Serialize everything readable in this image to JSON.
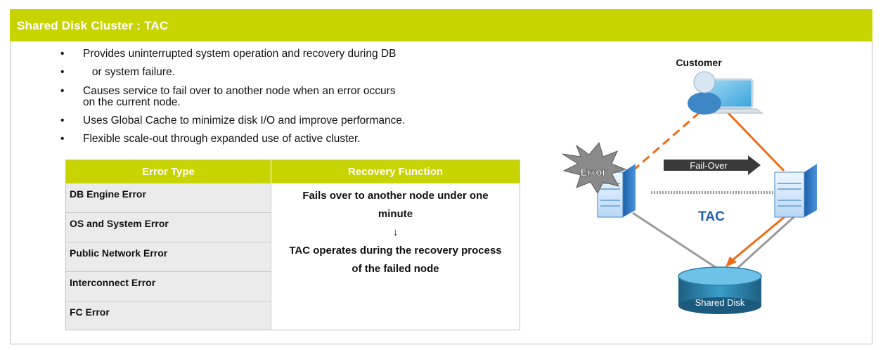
{
  "header": {
    "title": "Shared Disk Cluster : TAC"
  },
  "bullets": [
    {
      "bullet": "•",
      "text": "Provides uninterrupted system operation and recovery during DB"
    },
    {
      "bullet": "•",
      "text": "   or system failure."
    },
    {
      "bullet": "•",
      "text": "Causes service to fail over to another node when an error occurs"
    },
    {
      "bullet": "",
      "text": "on the current node."
    },
    {
      "bullet": "•",
      "text": "Uses Global Cache to minimize disk I/O and improve performance."
    },
    {
      "bullet": "•",
      "text": "Flexible scale-out through expanded use of active cluster."
    }
  ],
  "table": {
    "headers": [
      "Error Type",
      "Recovery Function"
    ],
    "rows": [
      "DB Engine Error",
      "OS and System Error",
      "Public Network Error",
      "Interconnect Error",
      "FC Error"
    ],
    "recovery_lines": [
      "Fails over to another node under one",
      "minute",
      "↓",
      "TAC operates during the recovery process",
      "of the failed node"
    ]
  },
  "diagram": {
    "customer_label": "Customer",
    "error_label": "Error",
    "failover_label": "Fail-Over",
    "tac_label": "TAC",
    "disk_label": "Shared Disk",
    "colors": {
      "accent": "#c8d400",
      "orange": "#ee6a14",
      "tac_blue": "#1f5fa8",
      "server_blue": "#2b78c8",
      "disk_teal": "#2f88b0"
    }
  }
}
